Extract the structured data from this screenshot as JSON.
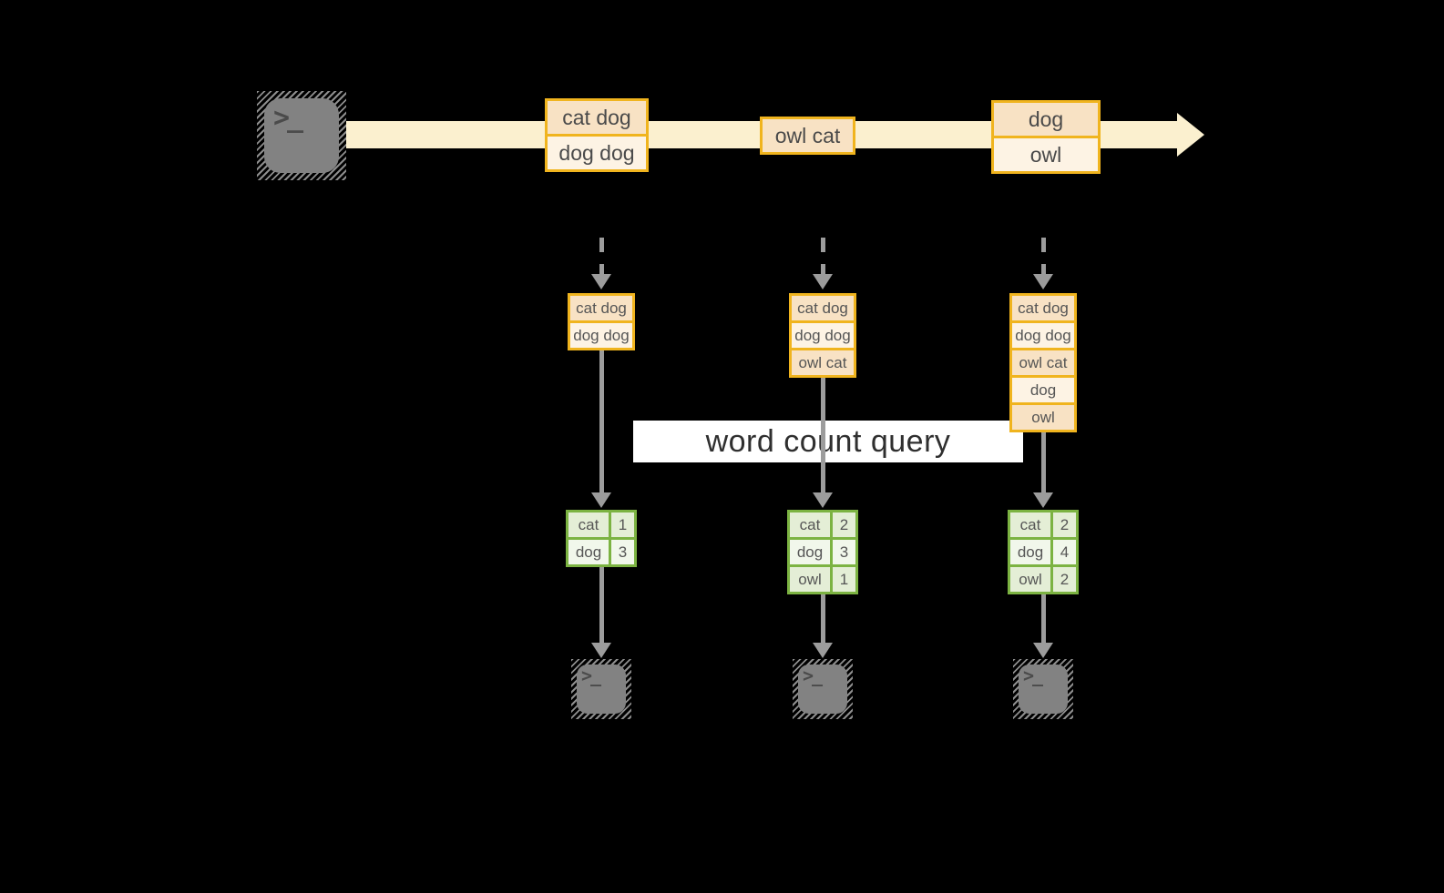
{
  "query_banner": "word count query",
  "icons": {
    "prompt_glyph": ">_"
  },
  "stream_groups": [
    [
      "cat dog",
      "dog dog"
    ],
    [
      "owl cat"
    ],
    [
      "dog",
      "owl"
    ]
  ],
  "workers": [
    {
      "buffer": [
        "cat dog",
        "dog dog"
      ],
      "counts": [
        {
          "word": "cat",
          "n": 1
        },
        {
          "word": "dog",
          "n": 3
        }
      ]
    },
    {
      "buffer": [
        "cat dog",
        "dog dog",
        "owl cat"
      ],
      "counts": [
        {
          "word": "cat",
          "n": 2
        },
        {
          "word": "dog",
          "n": 3
        },
        {
          "word": "owl",
          "n": 1
        }
      ]
    },
    {
      "buffer": [
        "cat dog",
        "dog dog",
        "owl cat",
        "dog",
        "owl"
      ],
      "counts": [
        {
          "word": "cat",
          "n": 2
        },
        {
          "word": "dog",
          "n": 4
        },
        {
          "word": "owl",
          "n": 2
        }
      ]
    }
  ],
  "colors": {
    "background": "#000000",
    "stream_arrow": "#fbf0cf",
    "event_border": "#f0b41e",
    "event_fill_dark": "#f8e2c4",
    "event_fill_light": "#fdf3e4",
    "table_border": "#7cb342",
    "table_fill_dark": "#e4eed6",
    "table_fill_light": "#f1f7eb",
    "flow_arrow_gray": "#9c9c9c",
    "banner_bg": "#ffffff"
  }
}
